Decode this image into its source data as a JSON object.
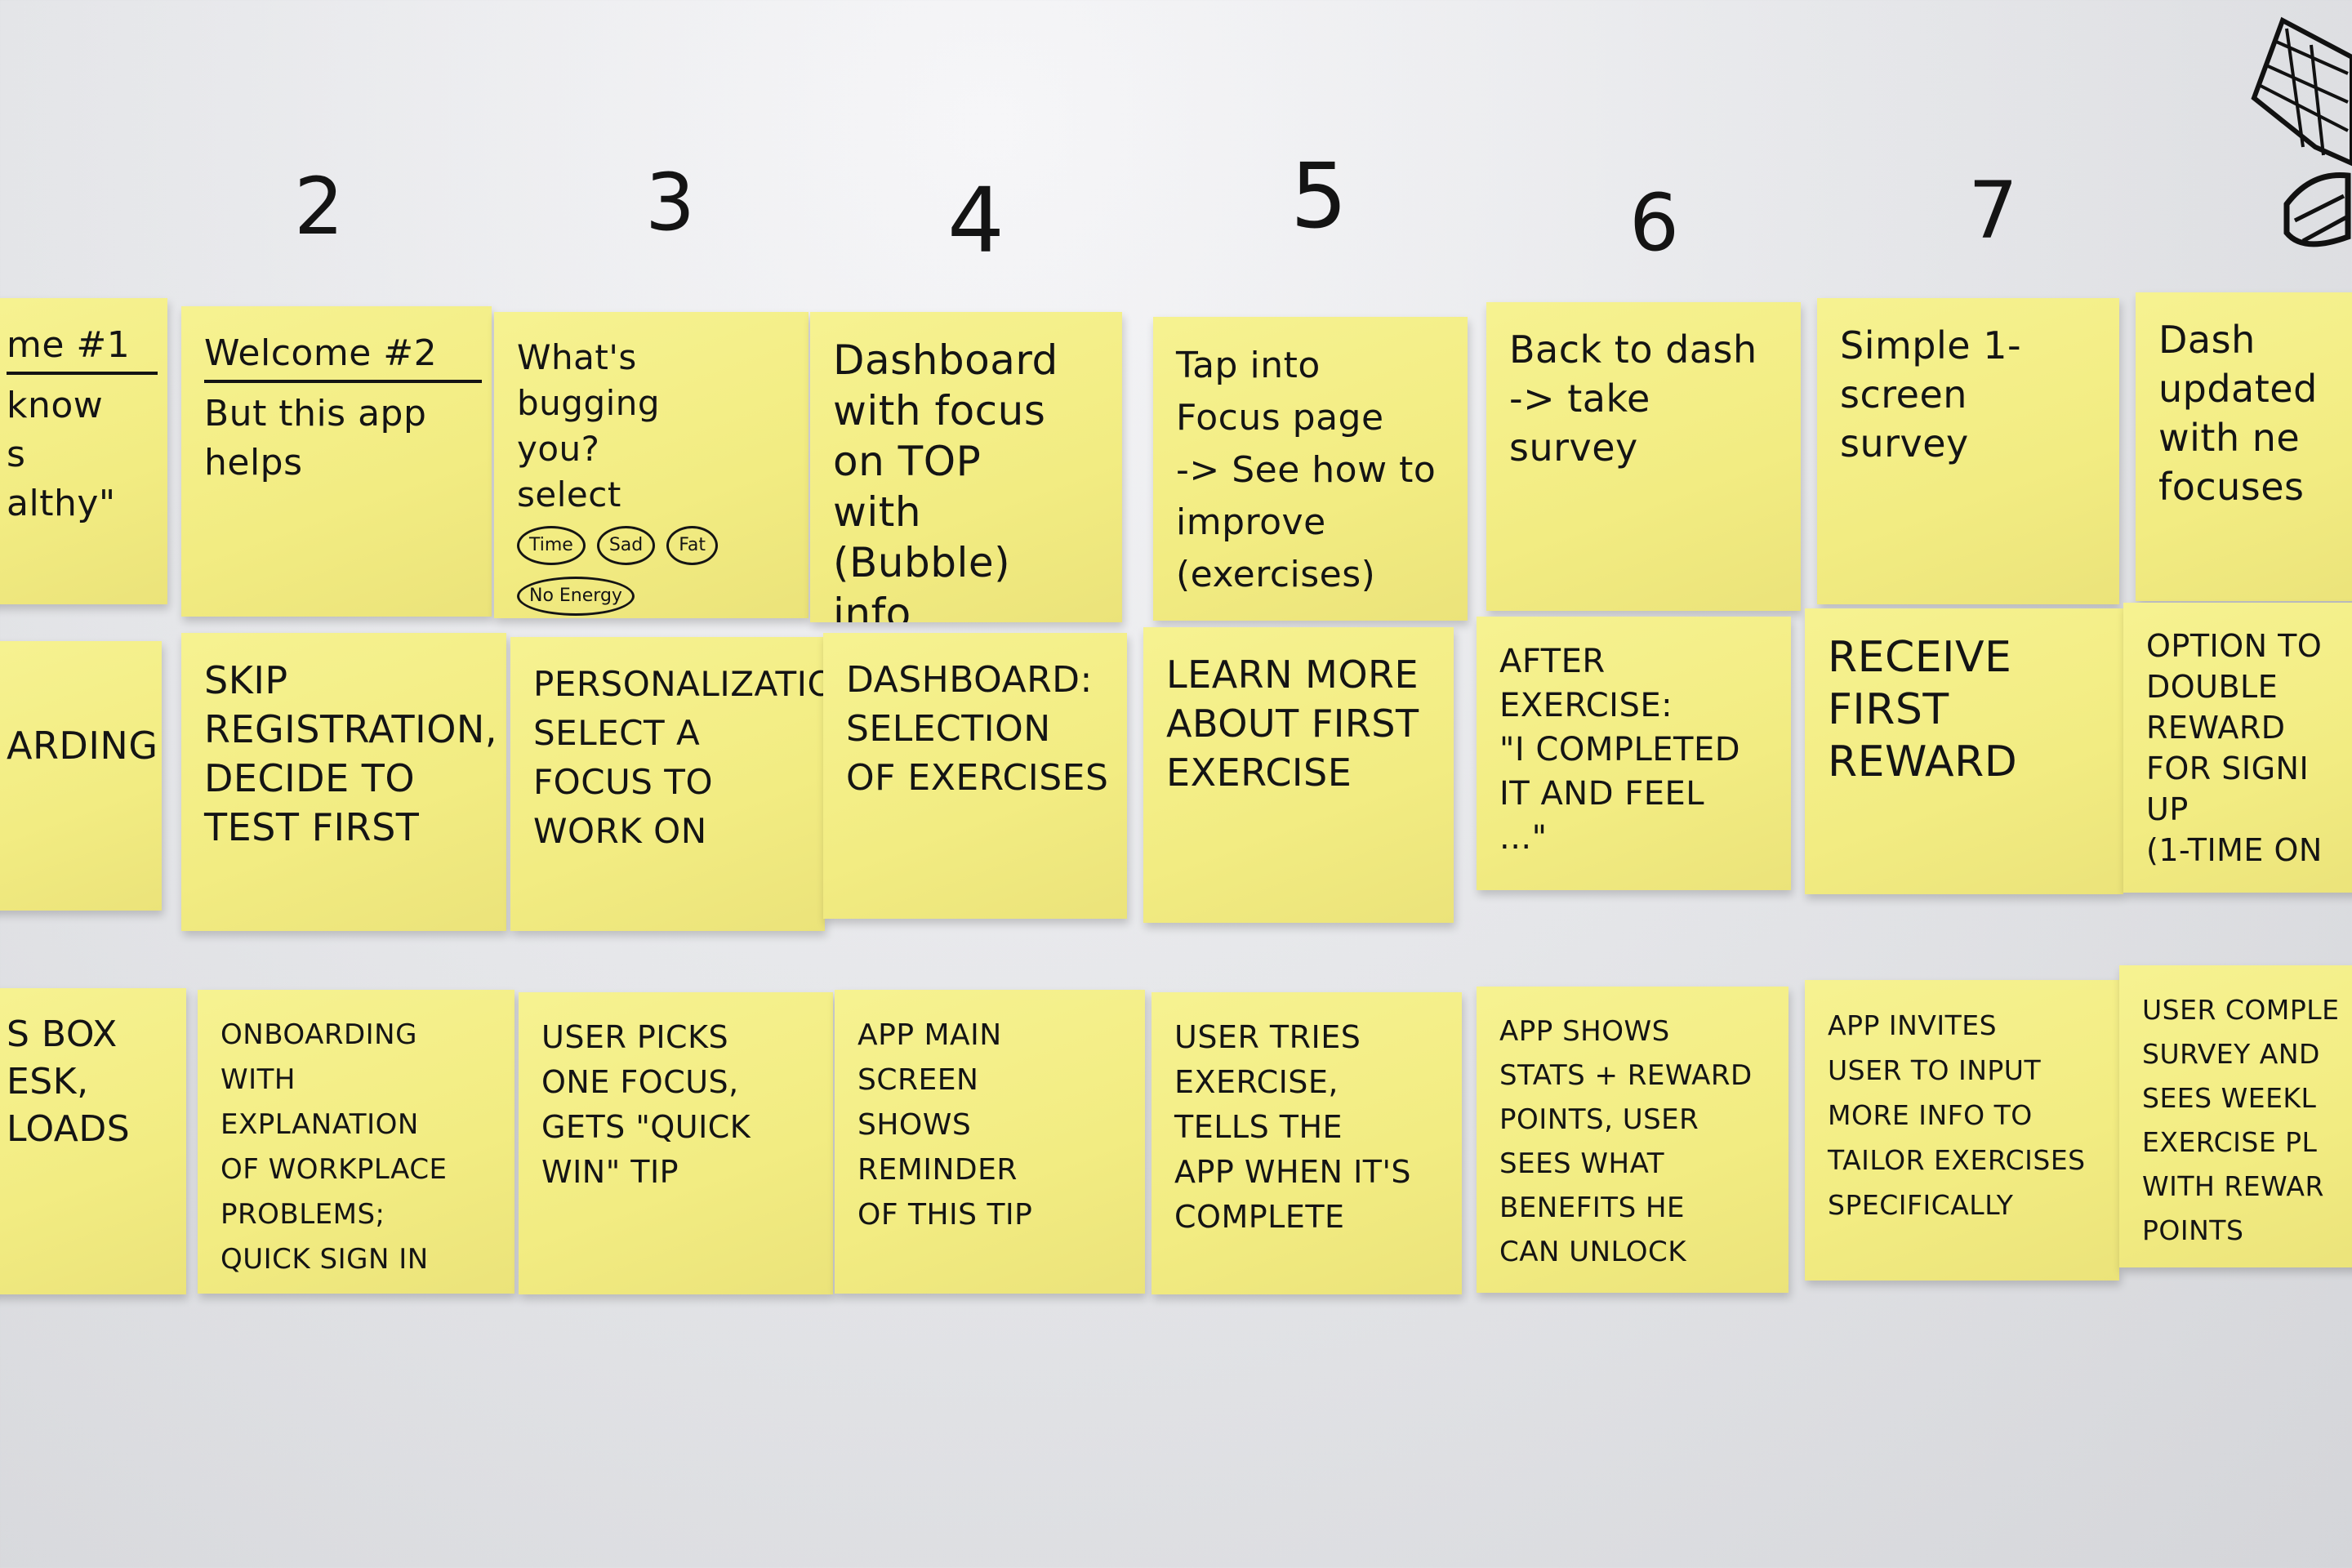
{
  "column_numbers": [
    "2",
    "3",
    "4",
    "5",
    "6",
    "7"
  ],
  "row1": [
    {
      "title": "me #1",
      "text": "know\ns\nalthy\""
    },
    {
      "title": "Welcome #2",
      "text": "But this app\nhelps"
    },
    {
      "title": "",
      "text": "What's bugging\nyou?\nselect",
      "bubbles": [
        "Time",
        "Sad",
        "Fat",
        "No Energy"
      ]
    },
    {
      "title": "",
      "text": "Dashboard\nwith focus\non TOP\nwith (Bubble)\ninfo"
    },
    {
      "title": "",
      "text": "Tap into\nFocus page\n-> See how to\nimprove (exercises)"
    },
    {
      "title": "",
      "text": "Back to dash\n-> take survey"
    },
    {
      "title": "",
      "text": "Simple 1-screen\nsurvey"
    },
    {
      "title": "",
      "text": "Dash\nupdated\nwith ne\nfocuses"
    }
  ],
  "row2": [
    {
      "text": "ARDING"
    },
    {
      "text": "SKIP\nREGISTRATION,\nDECIDE TO\nTEST FIRST"
    },
    {
      "text": "PERSONALIZATION:\nSELECT A\nFOCUS TO\nWORK ON"
    },
    {
      "text": "DASHBOARD:\nSELECTION\nOF EXERCISES"
    },
    {
      "text": "LEARN MORE\nABOUT FIRST\nEXERCISE"
    },
    {
      "text": "AFTER EXERCISE:\n\"I COMPLETED\nIT AND FEEL\n...\""
    },
    {
      "text": "RECEIVE\nFIRST\nREWARD"
    },
    {
      "text": "OPTION TO\nDOUBLE\nREWARD\nFOR SIGNI\nUP\n(1-TIME ON"
    }
  ],
  "row3": [
    {
      "text": "S BOX\nESK,\nLOADS"
    },
    {
      "text": "ONBOARDING\nWITH EXPLANATION\nOF WORKPLACE\nPROBLEMS;\nQUICK SIGN IN"
    },
    {
      "text": "USER PICKS\nONE FOCUS,\nGETS \"QUICK\nWIN\" TIP"
    },
    {
      "text": "APP MAIN SCREEN\nSHOWS REMINDER\nOF THIS TIP"
    },
    {
      "text": "USER TRIES\nEXERCISE,\nTELLS THE\nAPP WHEN IT'S\nCOMPLETE"
    },
    {
      "text": "APP SHOWS\nSTATS + REWARD\nPOINTS, USER\nSEES WHAT\nBENEFITS HE\nCAN UNLOCK"
    },
    {
      "text": "APP INVITES\nUSER TO INPUT\nMORE INFO TO\nTAILOR EXERCISES\nSPECIFICALLY"
    },
    {
      "text": "USER COMPLE\nSURVEY AND\nSEES WEEKL\nEXERCISE PL\nWITH REWAR\nPOINTS"
    }
  ]
}
